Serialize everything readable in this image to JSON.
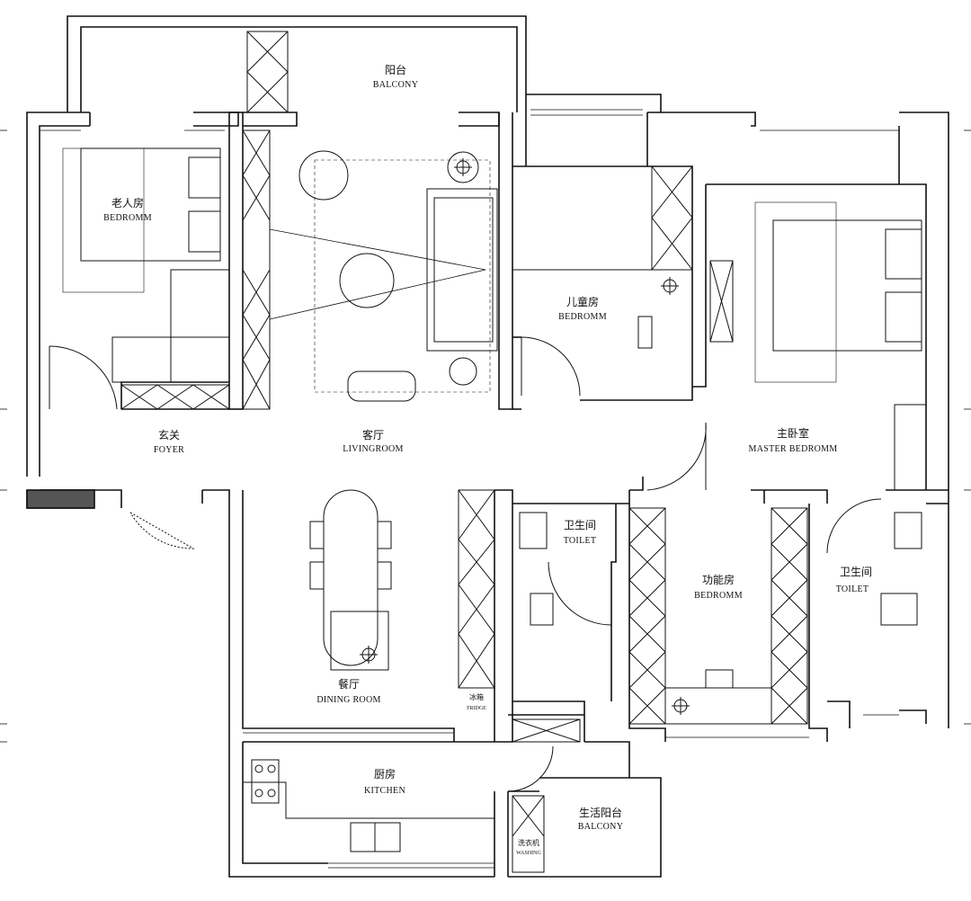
{
  "rooms": {
    "balcony_top": {
      "cn": "阳台",
      "en": "BALCONY"
    },
    "elder_bedroom": {
      "cn": "老人房",
      "en": "BEDROMM"
    },
    "kids_bedroom": {
      "cn": "儿童房",
      "en": "BEDROMM"
    },
    "master_bedroom": {
      "cn": "主卧室",
      "en": "MASTER BEDROMM"
    },
    "foyer": {
      "cn": "玄关",
      "en": "FOYER"
    },
    "living_room": {
      "cn": "客厅",
      "en": "LIVINGROOM"
    },
    "toilet_1": {
      "cn": "卫生间",
      "en": "TOILET"
    },
    "function_room": {
      "cn": "功能房",
      "en": "BEDROMM"
    },
    "toilet_2": {
      "cn": "卫生间",
      "en": "TOILET"
    },
    "dining_room": {
      "cn": "餐厅",
      "en": "DINING ROOM"
    },
    "kitchen": {
      "cn": "厨房",
      "en": "KITCHEN"
    },
    "service_balcony": {
      "cn": "生活阳台",
      "en": "BALCONY"
    }
  },
  "fixtures": {
    "fridge": {
      "cn": "冰箱",
      "en": "FRIDGE"
    },
    "washing": {
      "cn": "洗衣机",
      "en": "WASHING"
    }
  },
  "colors": {
    "line": "#111111",
    "wall_fill": "#ffffff",
    "entry_mark": "#555555"
  }
}
